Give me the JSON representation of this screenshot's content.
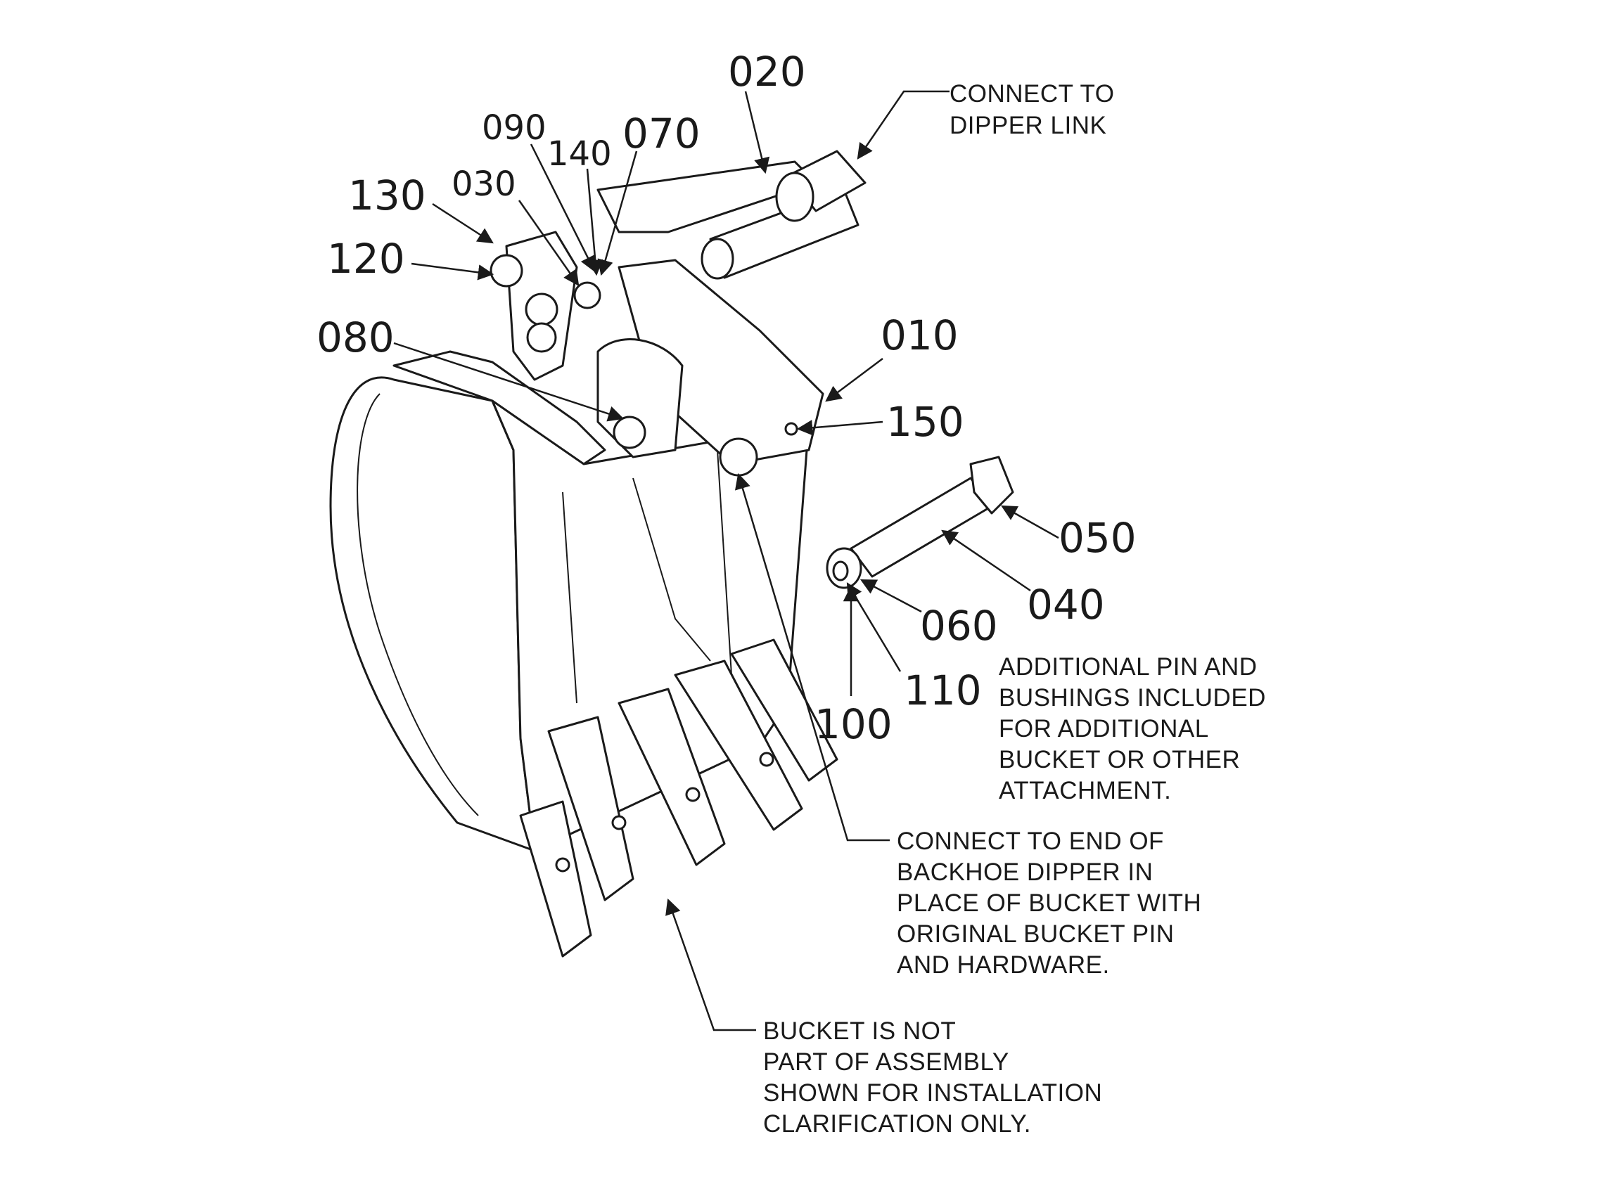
{
  "labels": {
    "p010": "010",
    "p020": "020",
    "p030": "030",
    "p040": "040",
    "p050": "050",
    "p060": "060",
    "p070": "070",
    "p080": "080",
    "p090": "090",
    "p100": "100",
    "p110": "110",
    "p120": "120",
    "p130": "130",
    "p140": "140",
    "p150": "150"
  },
  "notes": {
    "dipper_link": [
      "CONNECT TO",
      "DIPPER LINK"
    ],
    "additional": [
      "ADDITIONAL PIN AND",
      "BUSHINGS INCLUDED",
      "FOR ADDITIONAL",
      "BUCKET OR OTHER",
      "ATTACHMENT."
    ],
    "backhoe": [
      "CONNECT TO END OF",
      "BACKHOE DIPPER IN",
      "PLACE OF BUCKET WITH",
      "ORIGINAL BUCKET PIN",
      "AND HARDWARE."
    ],
    "bucket": [
      "BUCKET IS NOT",
      "PART OF ASSEMBLY",
      "SHOWN FOR INSTALLATION",
      "CLARIFICATION ONLY."
    ]
  }
}
